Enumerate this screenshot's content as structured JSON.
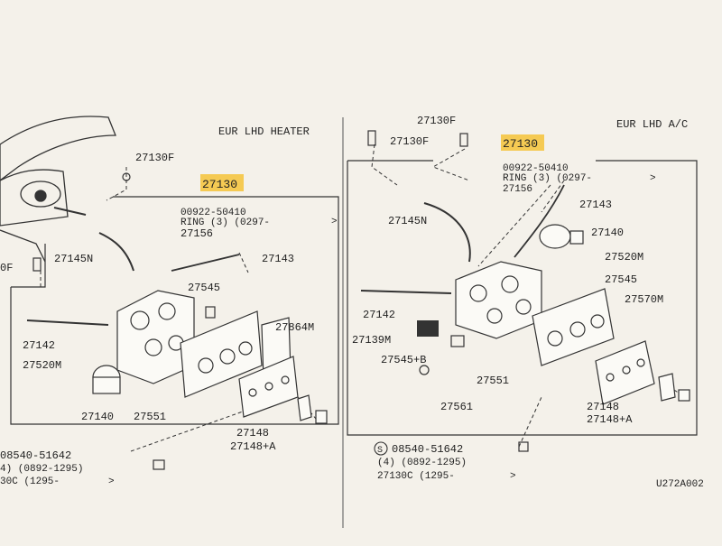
{
  "left_panel": {
    "title": "EUR LHD HEATER",
    "highlight_part": "27130",
    "spec_line1": "00922-50410",
    "spec_line2": "RING (3) (0297-",
    "labels": {
      "p27130f": "27130F",
      "p27130f_cut": "0F",
      "p27145n": "27145N",
      "p27156": "27156",
      "p27143": "27143",
      "p27545": "27545",
      "p27864m": "27864M",
      "p27142": "27142",
      "p27520m": "27520M",
      "p27140": "27140",
      "p27551": "27551",
      "p27148": "27148",
      "p27148a": "27148+A"
    },
    "screw_line1": "08540-51642",
    "screw_line2": "4) (0892-1295)",
    "screw_line3": "30C (1295-"
  },
  "right_panel": {
    "title": "EUR LHD A/C",
    "highlight_part": "27130",
    "spec_line1": "00922-50410",
    "spec_line2": "RING (3) (0297-",
    "spec_line3": "27156",
    "labels": {
      "p27130f_a": "27130F",
      "p27130f_b": "27130F",
      "p27143": "27143",
      "p27145n": "27145N",
      "p27140": "27140",
      "p27520m": "27520M",
      "p27545": "27545",
      "p27142": "27142",
      "p27570m": "27570M",
      "p27139m": "27139M",
      "p27545b": "27545+B",
      "p27551": "27551",
      "p27561": "27561",
      "p27148": "27148",
      "p27148a": "27148+A"
    },
    "screw_symbol": "S",
    "screw_line1": "08540-51642",
    "screw_line2": "(4) (0892-1295)",
    "screw_line3": "27130C (1295-"
  },
  "footer_code": "U272A002",
  "colors": {
    "highlight": "#f5c542",
    "ink": "#222222",
    "paper": "#f4f1ea"
  }
}
